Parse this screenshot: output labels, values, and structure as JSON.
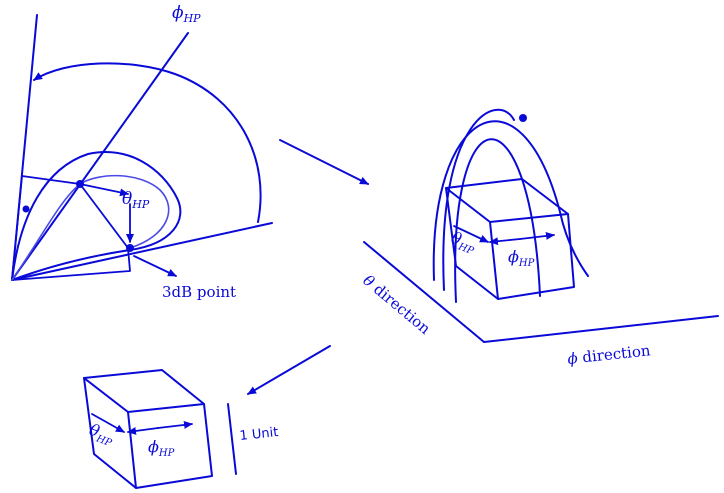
{
  "diagram": {
    "colors": {
      "primary": "#0a0ad8",
      "secondary": "#4a4ae6"
    },
    "labels": {
      "phi_hp_top": "φHP",
      "theta_hp_left": "θHP",
      "three_db_point": "3dB point",
      "theta_hp_right": "θHP",
      "phi_hp_right": "φHP",
      "theta_direction": "θ direction",
      "phi_direction": "ϕ direction",
      "theta_hp_bottom": "θHP",
      "phi_hp_bottom": "φHP",
      "one_unit": "1 Unit"
    }
  }
}
